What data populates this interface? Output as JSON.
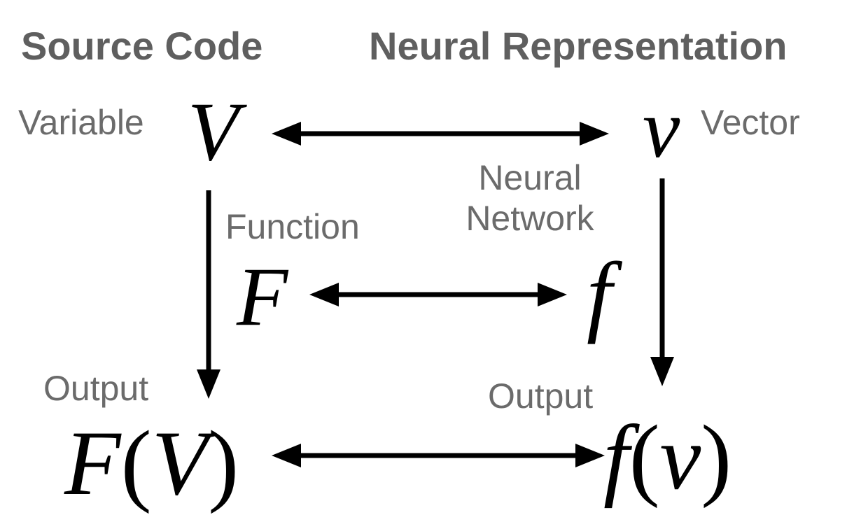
{
  "headers": {
    "left": "Source Code",
    "right": "Neural Representation"
  },
  "labels": {
    "variable": "Variable",
    "vector": "Vector",
    "function": "Function",
    "neural_line1": "Neural",
    "neural_line2": "Network",
    "output_left": "Output",
    "output_right": "Output"
  },
  "symbols": {
    "V": "V",
    "v": "v",
    "F": "F",
    "f": "f",
    "FV_F": "F",
    "FV_open": "(",
    "FV_V": "V",
    "FV_close": ")",
    "fv_f": "f",
    "fv_open": "(",
    "fv_v": "v",
    "fv_close": ")"
  },
  "colors": {
    "header": "#5f5f5f",
    "label": "#6b6b6b",
    "symbol": "#000000",
    "arrow": "#000000"
  }
}
